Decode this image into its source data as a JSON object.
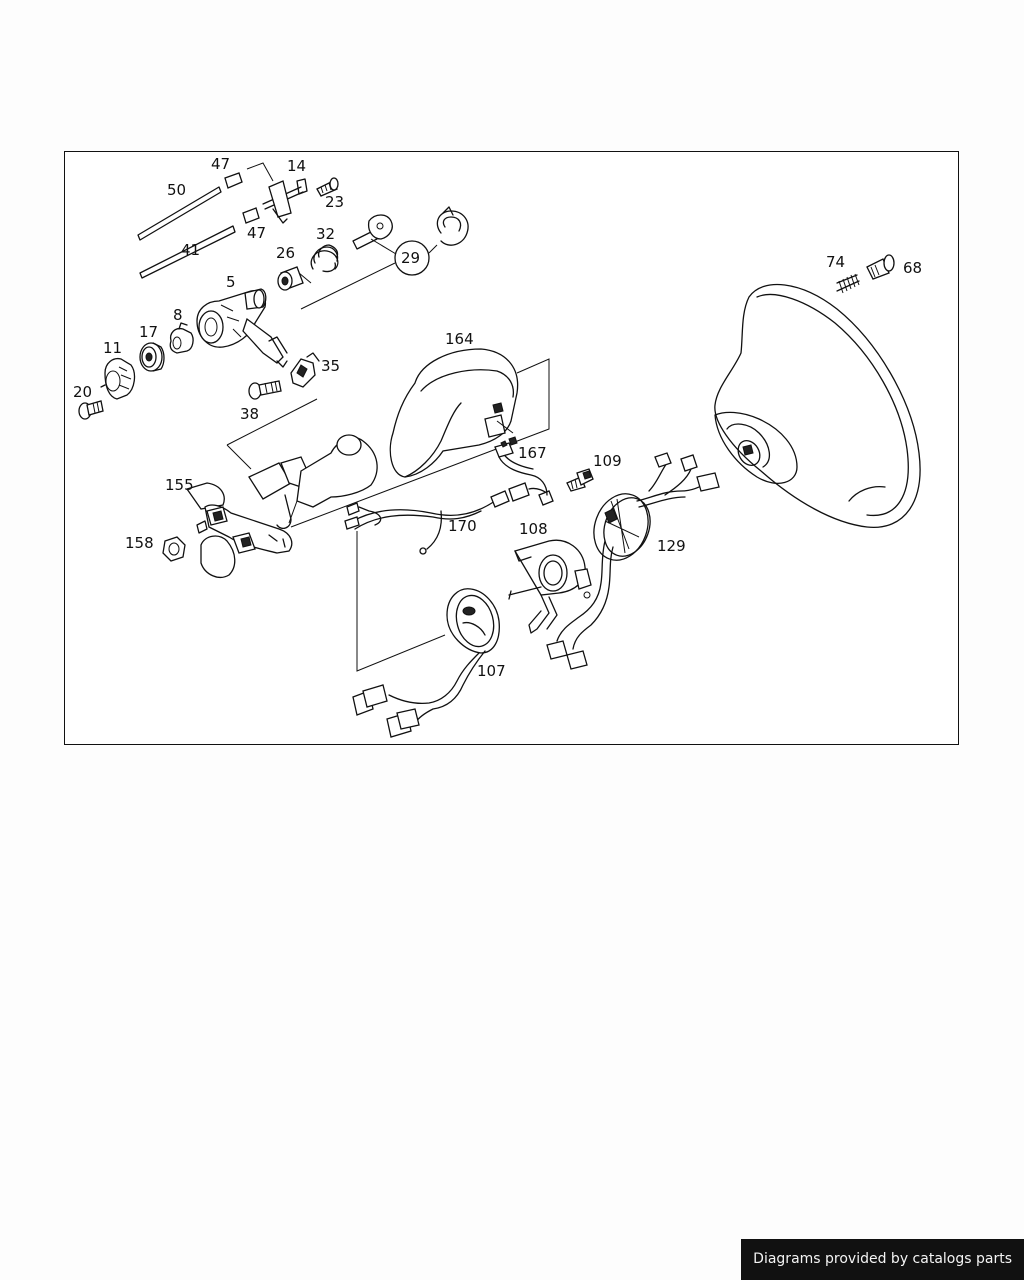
{
  "labels": {
    "p47a": "47",
    "p14": "14",
    "p50": "50",
    "p23": "23",
    "p47b": "47",
    "p32": "32",
    "p41": "41",
    "p26": "26",
    "p29": "29",
    "p5": "5",
    "p8": "8",
    "p17": "17",
    "p11": "11",
    "p35": "35",
    "p20": "20",
    "p38": "38",
    "p164": "164",
    "p74": "74",
    "p68": "68",
    "p167": "167",
    "p109": "109",
    "p155": "155",
    "p170": "170",
    "p108": "108",
    "p129": "129",
    "p158": "158",
    "p107": "107"
  },
  "footer": {
    "text": "Diagrams provided by catalogs parts"
  }
}
